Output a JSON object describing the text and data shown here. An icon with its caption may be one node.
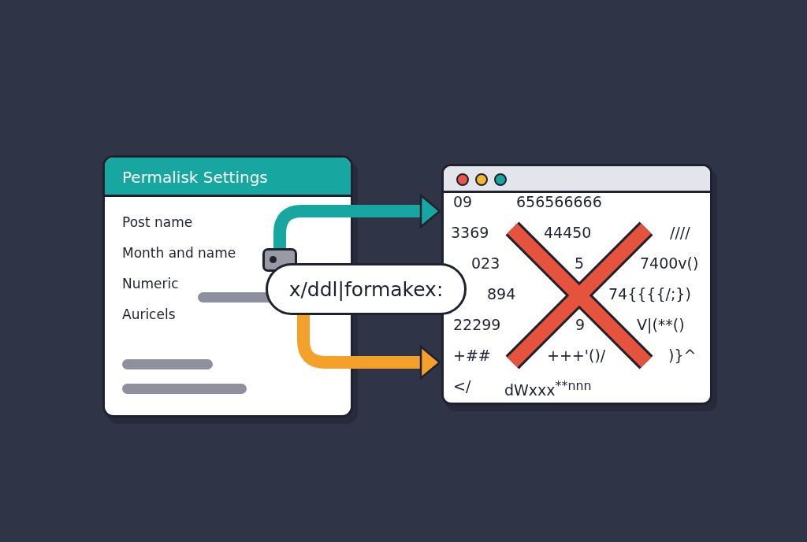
{
  "diagram": {
    "nodes": [
      {
        "text": [
          "Permalisk Settings",
          "Post name",
          "Month and name",
          "Numeric",
          "Auricels"
        ]
      },
      {
        "text": [],
        "shape": "box",
        "in": 0
      },
      {
        "text": [
          "x/ddl|formakex:"
        ]
      },
      {
        "text": [
          "09",
          "656566666",
          "3369",
          "44450",
          "////",
          "023",
          "5",
          "7400v()",
          "894",
          "74{{{{/;})",
          "22299",
          "9",
          "V|(**()",
          "+##",
          "+++'()/",
          ")}^",
          "</",
          "dWxxx$^{**nnn}$"
        ]
      }
    ],
    "edges": [
      {
        "from": 1,
        "to": 3,
        "arrow": "to",
        "color": "#17a7a0"
      },
      {
        "from": 2,
        "to": 3,
        "arrow": "to",
        "color": "#f4a12c"
      }
    ]
  }
}
